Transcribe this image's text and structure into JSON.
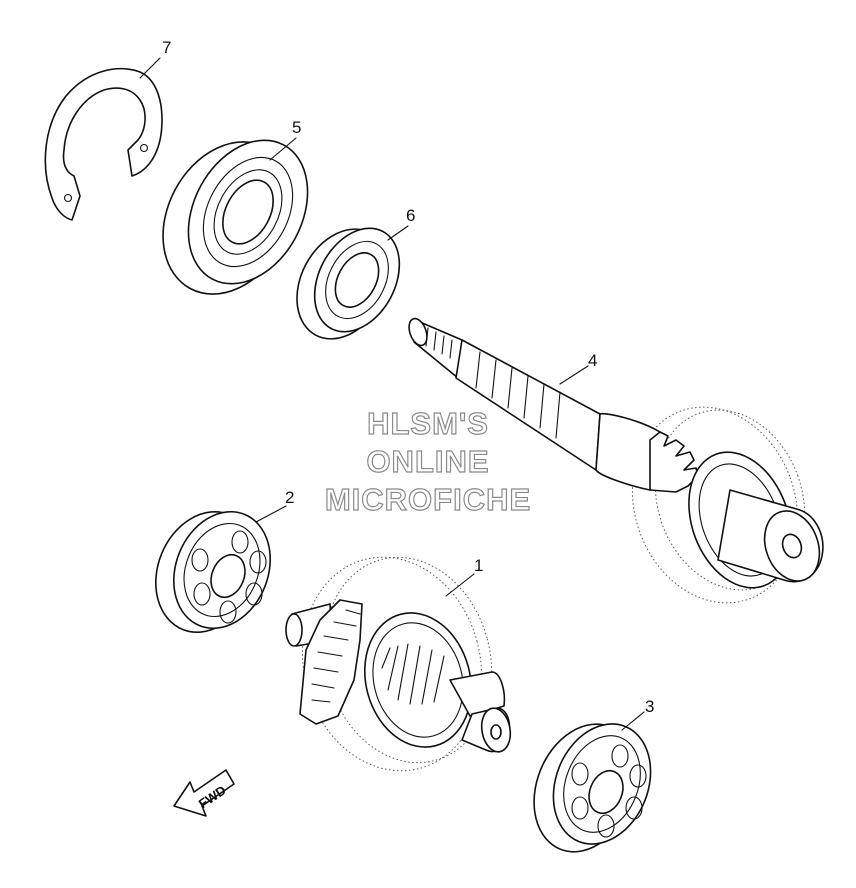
{
  "diagram": {
    "callouts": [
      {
        "number": "1",
        "part": "gear"
      },
      {
        "number": "2",
        "part": "bearing"
      },
      {
        "number": "3",
        "part": "bearing"
      },
      {
        "number": "4",
        "part": "shaft"
      },
      {
        "number": "5",
        "part": "bearing"
      },
      {
        "number": "6",
        "part": "bearing"
      },
      {
        "number": "7",
        "part": "circlip"
      }
    ],
    "watermark": {
      "line1": "HLSM'S",
      "line2": "ONLINE",
      "line3": "MICROFICHE"
    },
    "direction_arrow": {
      "label": "FWD"
    }
  }
}
